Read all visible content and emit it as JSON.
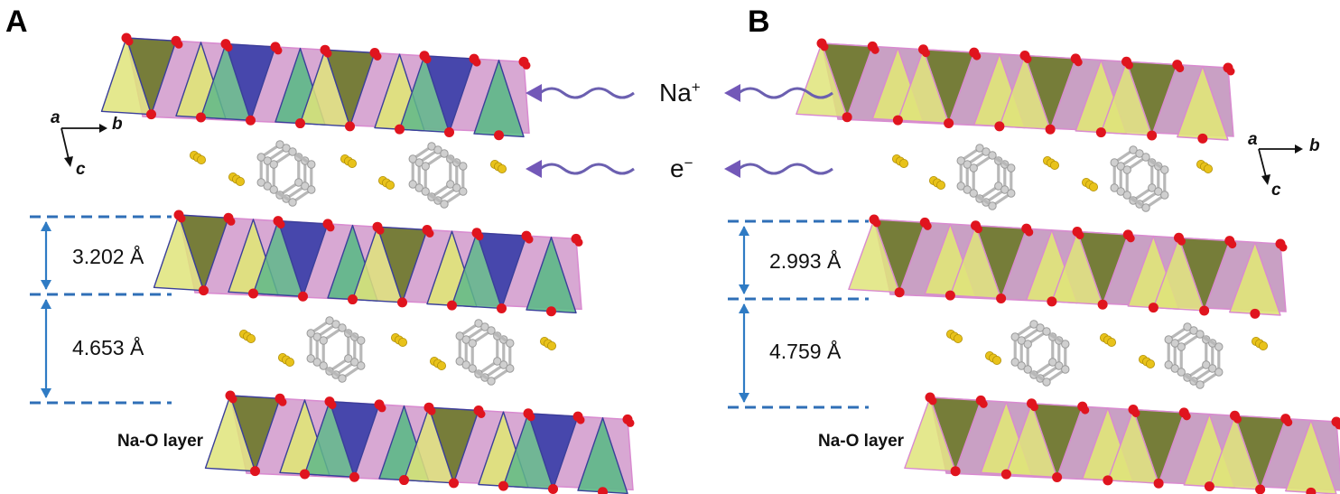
{
  "panels": [
    {
      "label": "A",
      "spacing_upper": "3.202 Å",
      "spacing_lower": "4.653 Å",
      "layer_label": "Na-O layer",
      "axes": {
        "a": "a",
        "b": "b",
        "c": "c"
      }
    },
    {
      "label": "B",
      "spacing_upper": "2.993 Å",
      "spacing_lower": "4.759 Å",
      "layer_label": "Na-O layer",
      "axes": {
        "a": "a",
        "b": "b",
        "c": "c"
      }
    }
  ],
  "insertion": {
    "ion_base": "Na",
    "ion_charge": "+",
    "electron_base": "e",
    "electron_charge": "−"
  },
  "colors": {
    "octa_dark": "#6f7a2c",
    "octa_light": "#dfe47a",
    "tetra_blue": "#3b3fa8",
    "tetra_green": "#5fb889",
    "oxygen": "#e0141e",
    "sodium_chain": "#e8c21a",
    "carbon": "#b8b8b8",
    "dim_blue": "#2f6fb7",
    "wave_purple": "#6b5fb0",
    "pink_edge": "#d98ad0"
  }
}
